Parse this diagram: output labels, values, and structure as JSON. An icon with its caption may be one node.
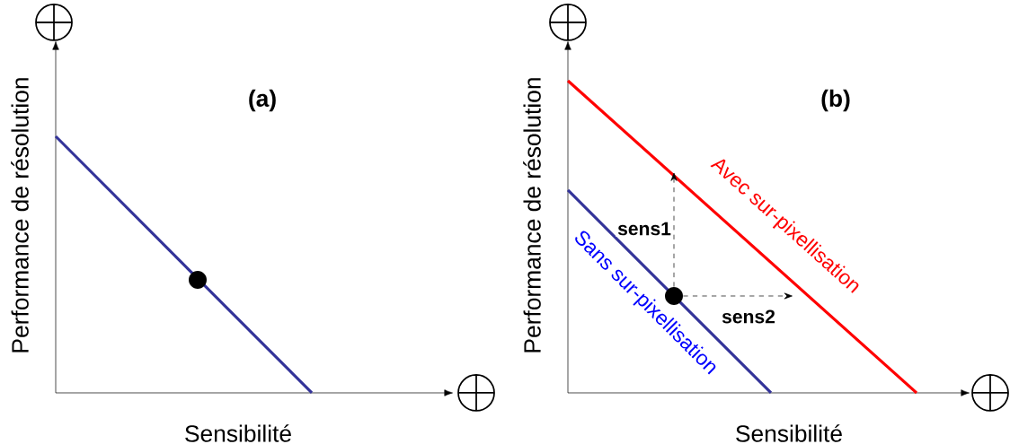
{
  "diagram": {
    "nodes": [
      {
        "text": [],
        "shape": "circle"
      },
      {
        "text": [],
        "shape": "circle"
      },
      {
        "text": [
          "Avec sur-pixellisation"
        ]
      }
    ],
    "edges": [
      {
        "from": 1,
        "to": null,
        "arrow": "to",
        "style": "dashed",
        "label": "sens1"
      },
      {
        "from": 1,
        "to": 2,
        "arrow": "to",
        "style": "dashed",
        "label": "sens2"
      }
    ],
    "labels": [
      "(a)",
      "Performance de résolution",
      "Sensibilité",
      "(b)",
      "Performance de résolution",
      "Sensibilité",
      "Sans sur-pixellisation"
    ]
  }
}
